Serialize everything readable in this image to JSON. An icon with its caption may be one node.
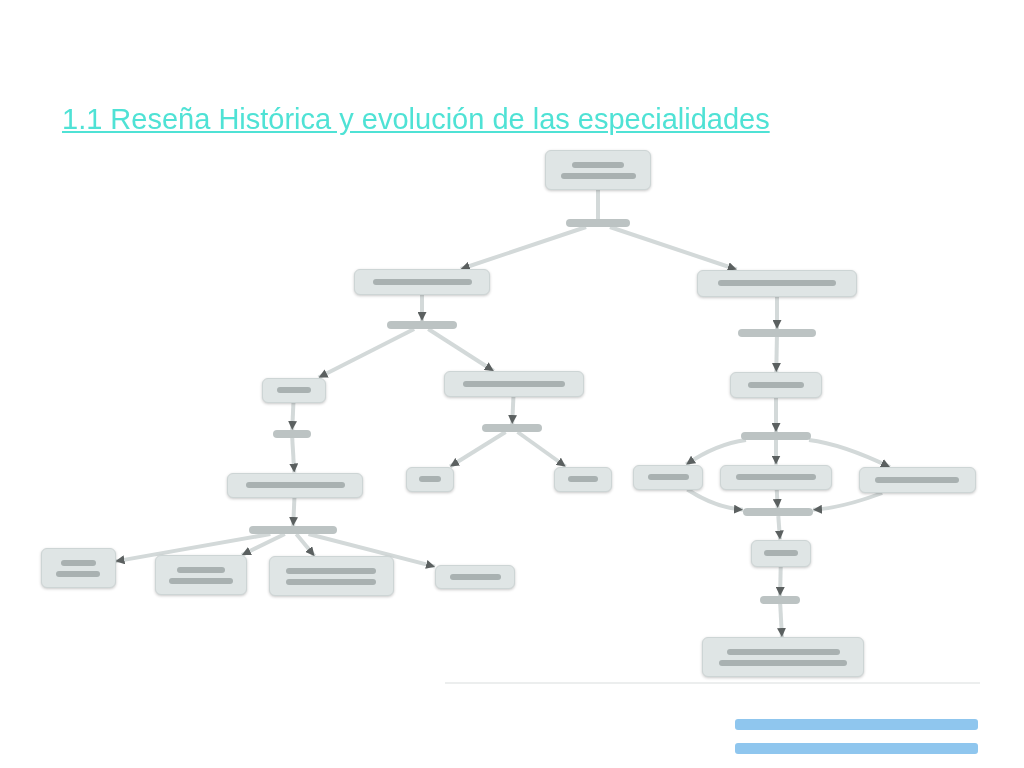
{
  "diagram": {
    "title": "1.1 Reseña Histórica y evolución de las especialidades",
    "nodes": [
      {
        "text": [],
        "shape": "box"
      },
      {
        "text": [],
        "shape": "bar"
      },
      {
        "text": [],
        "shape": "box"
      },
      {
        "text": [],
        "shape": "box"
      },
      {
        "text": [],
        "shape": "bar"
      },
      {
        "text": [],
        "shape": "bar"
      },
      {
        "text": [],
        "shape": "box"
      },
      {
        "text": [],
        "shape": "box"
      },
      {
        "text": [],
        "shape": "box"
      },
      {
        "text": [],
        "shape": "bar"
      },
      {
        "text": [],
        "shape": "bar"
      },
      {
        "text": [],
        "shape": "bar"
      },
      {
        "text": [],
        "shape": "box"
      },
      {
        "text": [],
        "shape": "box"
      },
      {
        "text": [],
        "shape": "box"
      },
      {
        "text": [],
        "shape": "box"
      },
      {
        "text": [],
        "shape": "box"
      },
      {
        "text": [],
        "shape": "box"
      },
      {
        "text": [],
        "shape": "bar"
      },
      {
        "text": [],
        "shape": "bar"
      },
      {
        "text": [],
        "shape": "box"
      },
      {
        "text": [],
        "shape": "box"
      },
      {
        "text": [],
        "shape": "box"
      },
      {
        "text": [],
        "shape": "box"
      },
      {
        "text": [],
        "shape": "box"
      },
      {
        "text": [],
        "shape": "bar"
      },
      {
        "text": [],
        "shape": "box"
      }
    ],
    "edges": [
      {
        "from": 0,
        "to": 1,
        "arrow": "none"
      },
      {
        "from": 1,
        "to": 2,
        "arrow": "to"
      },
      {
        "from": 1,
        "to": 3,
        "arrow": "to"
      },
      {
        "from": 2,
        "to": 4,
        "arrow": "to"
      },
      {
        "from": 3,
        "to": 5,
        "arrow": "to"
      },
      {
        "from": 4,
        "to": 6,
        "arrow": "to"
      },
      {
        "from": 4,
        "to": 7,
        "arrow": "to"
      },
      {
        "from": 5,
        "to": 8,
        "arrow": "to"
      },
      {
        "from": 6,
        "to": 9,
        "arrow": "to"
      },
      {
        "from": 7,
        "to": 10,
        "arrow": "to"
      },
      {
        "from": 8,
        "to": 11,
        "arrow": "to"
      },
      {
        "from": 9,
        "to": 12,
        "arrow": "to"
      },
      {
        "from": 10,
        "to": 13,
        "arrow": "to"
      },
      {
        "from": 10,
        "to": 14,
        "arrow": "to"
      },
      {
        "from": 11,
        "to": 15,
        "arrow": "to"
      },
      {
        "from": 11,
        "to": 16,
        "arrow": "to"
      },
      {
        "from": 11,
        "to": 17,
        "arrow": "to"
      },
      {
        "from": 12,
        "to": 18,
        "arrow": "to"
      },
      {
        "from": 18,
        "to": 20,
        "arrow": "to"
      },
      {
        "from": 18,
        "to": 21,
        "arrow": "to"
      },
      {
        "from": 18,
        "to": 22,
        "arrow": "to"
      },
      {
        "from": 18,
        "to": 23,
        "arrow": "to"
      },
      {
        "from": 15,
        "to": 19,
        "arrow": "to"
      },
      {
        "from": 16,
        "to": 19,
        "arrow": "to"
      },
      {
        "from": 17,
        "to": 19,
        "arrow": "to"
      },
      {
        "from": 19,
        "to": 24,
        "arrow": "to"
      },
      {
        "from": 24,
        "to": 25,
        "arrow": "to"
      },
      {
        "from": 25,
        "to": 26,
        "arrow": "to"
      }
    ]
  }
}
